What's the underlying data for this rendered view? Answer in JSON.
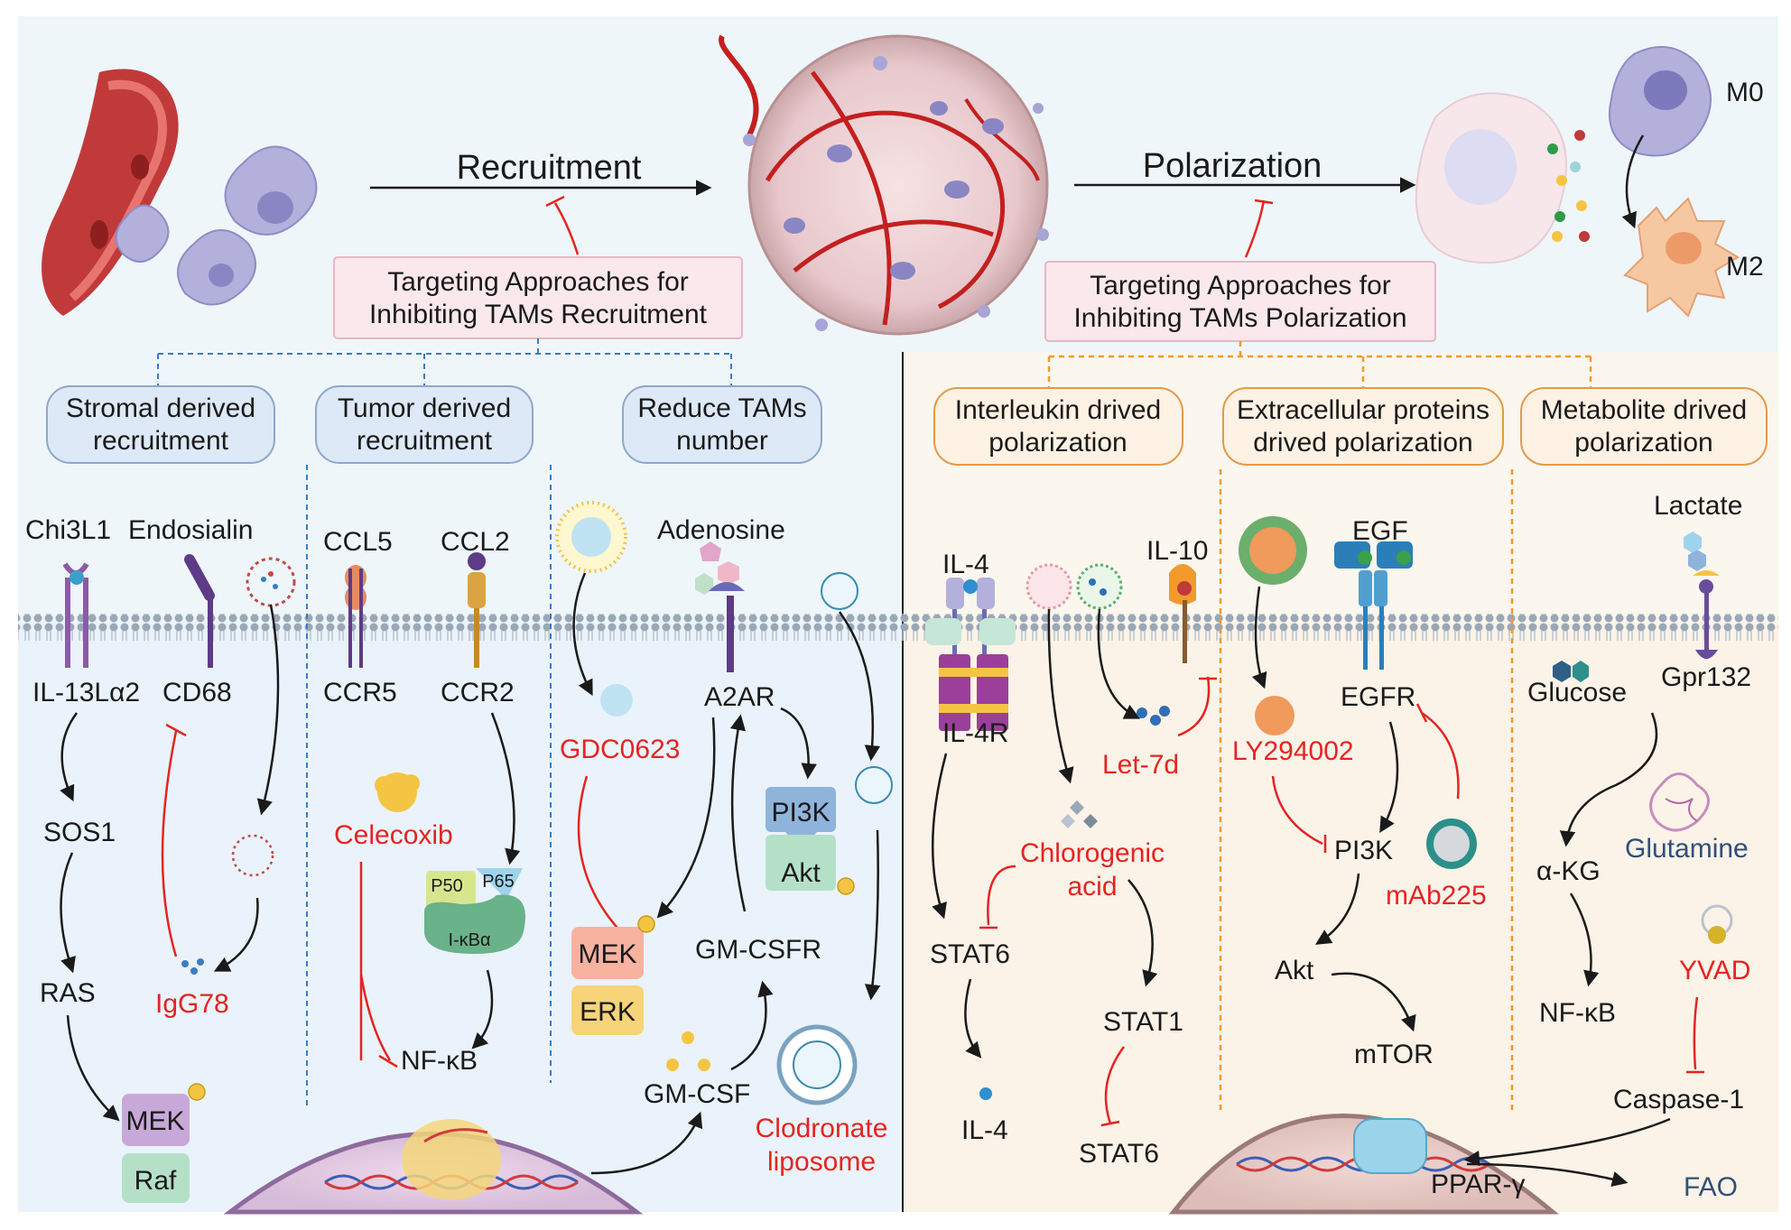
{
  "header": {
    "recruitment": "Recruitment",
    "polarization": "Polarization",
    "m0": "M0",
    "m2": "M2"
  },
  "approach_boxes": {
    "recruitment": [
      "Targeting Approaches for",
      "Inhibiting TAMs Recruitment"
    ],
    "polarization": [
      "Targeting Approaches for",
      "Inhibiting TAMs Polarization"
    ]
  },
  "categories": {
    "stromal": [
      "Stromal derived",
      "recruitment"
    ],
    "tumor": [
      "Tumor derived",
      "recruitment"
    ],
    "reduce": [
      "Reduce TAMs",
      "number"
    ],
    "interleukin": [
      "Interleukin drived",
      "polarization"
    ],
    "extracellular": [
      "Extracellular proteins",
      "drived polarization"
    ],
    "metabolite": [
      "Metabolite drived",
      "polarization"
    ]
  },
  "stromal": {
    "chi3l1": "Chi3L1",
    "endosialin": "Endosialin",
    "il13": "IL-13Lα2",
    "cd68": "CD68",
    "sos1": "SOS1",
    "ras": "RAS",
    "igg78": "IgG78",
    "mek": "MEK",
    "raf": "Raf"
  },
  "tumor": {
    "ccl5": "CCL5",
    "ccl2": "CCL2",
    "ccr5": "CCR5",
    "ccr2": "CCR2",
    "celecoxib": "Celecoxib",
    "p50": "P50",
    "p65": "P65",
    "ikba": "I-κBα",
    "nfkb": "NF-κB"
  },
  "reduce": {
    "adenosine": "Adenosine",
    "a2ar": "A2AR",
    "gdc": "GDC0623",
    "pi3k": "PI3K",
    "akt": "Akt",
    "mek": "MEK",
    "erk": "ERK",
    "gmcsfr": "GM-CSFR",
    "gmcsf": "GM-CSF",
    "clodronate": [
      "Clodronate",
      "liposome"
    ]
  },
  "interleukin": {
    "il4": "IL-4",
    "il4r": "IL-4R",
    "il10": "IL-10",
    "let7d": "Let-7d",
    "chlorogenic": [
      "Chlorogenic",
      "acid"
    ],
    "stat6a": "STAT6",
    "stat1": "STAT1",
    "il4b": "IL-4",
    "stat6b": "STAT6"
  },
  "extracellular": {
    "egf": "EGF",
    "egfr": "EGFR",
    "ly": "LY294002",
    "pi3k": "PI3K",
    "mab": "mAb225",
    "akt": "Akt",
    "mtor": "mTOR",
    "ppar": "PPAR-γ"
  },
  "metabolite": {
    "lactate": "Lactate",
    "gpr132": "Gpr132",
    "glucose": "Glucose",
    "glutamine": "Glutamine",
    "akg": "α-KG",
    "nfkb": "NF-κB",
    "yvad": "YVAD",
    "caspase": "Caspase-1",
    "fao": "FAO"
  },
  "colors": {
    "left_bg": "#eaf3fb",
    "right_bg": "#fbf3e8",
    "inhibitor": "#e52421",
    "blue_dash": "#3a7cc4",
    "orange_dash": "#f29a2e",
    "blue_box": "#dde9f7",
    "orange_box": "#fdf2e3",
    "pink_box": "#fbe8ec"
  }
}
